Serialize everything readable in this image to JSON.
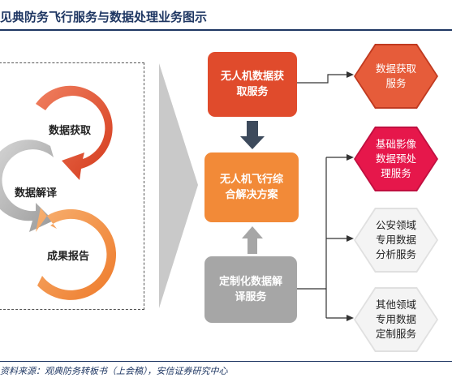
{
  "title": "见典防务飞行服务与数据处理业务图示",
  "source": "资料来源：观典防务转板书（上会稿），安信证券研究中心",
  "cycle": {
    "step1": "数据获取",
    "step2": "数据解译",
    "step3": "成果报告"
  },
  "boxes": {
    "acquire": "无人机数据获取服务",
    "solution": "无人机飞行综合解决方案",
    "interpret": "定制化数据解译服务"
  },
  "services": [
    "数据获取服务",
    "基础影像数据预处理服务",
    "公安领域专用数据分析服务",
    "其他领域专用数据定制服务"
  ],
  "colors": {
    "red": "#e04b2c",
    "orange": "#f28a38",
    "gray": "#a6a6a6",
    "magenta": "#e6174b",
    "title": "#1f3763",
    "dark_arrow": "#3d4a5c"
  }
}
